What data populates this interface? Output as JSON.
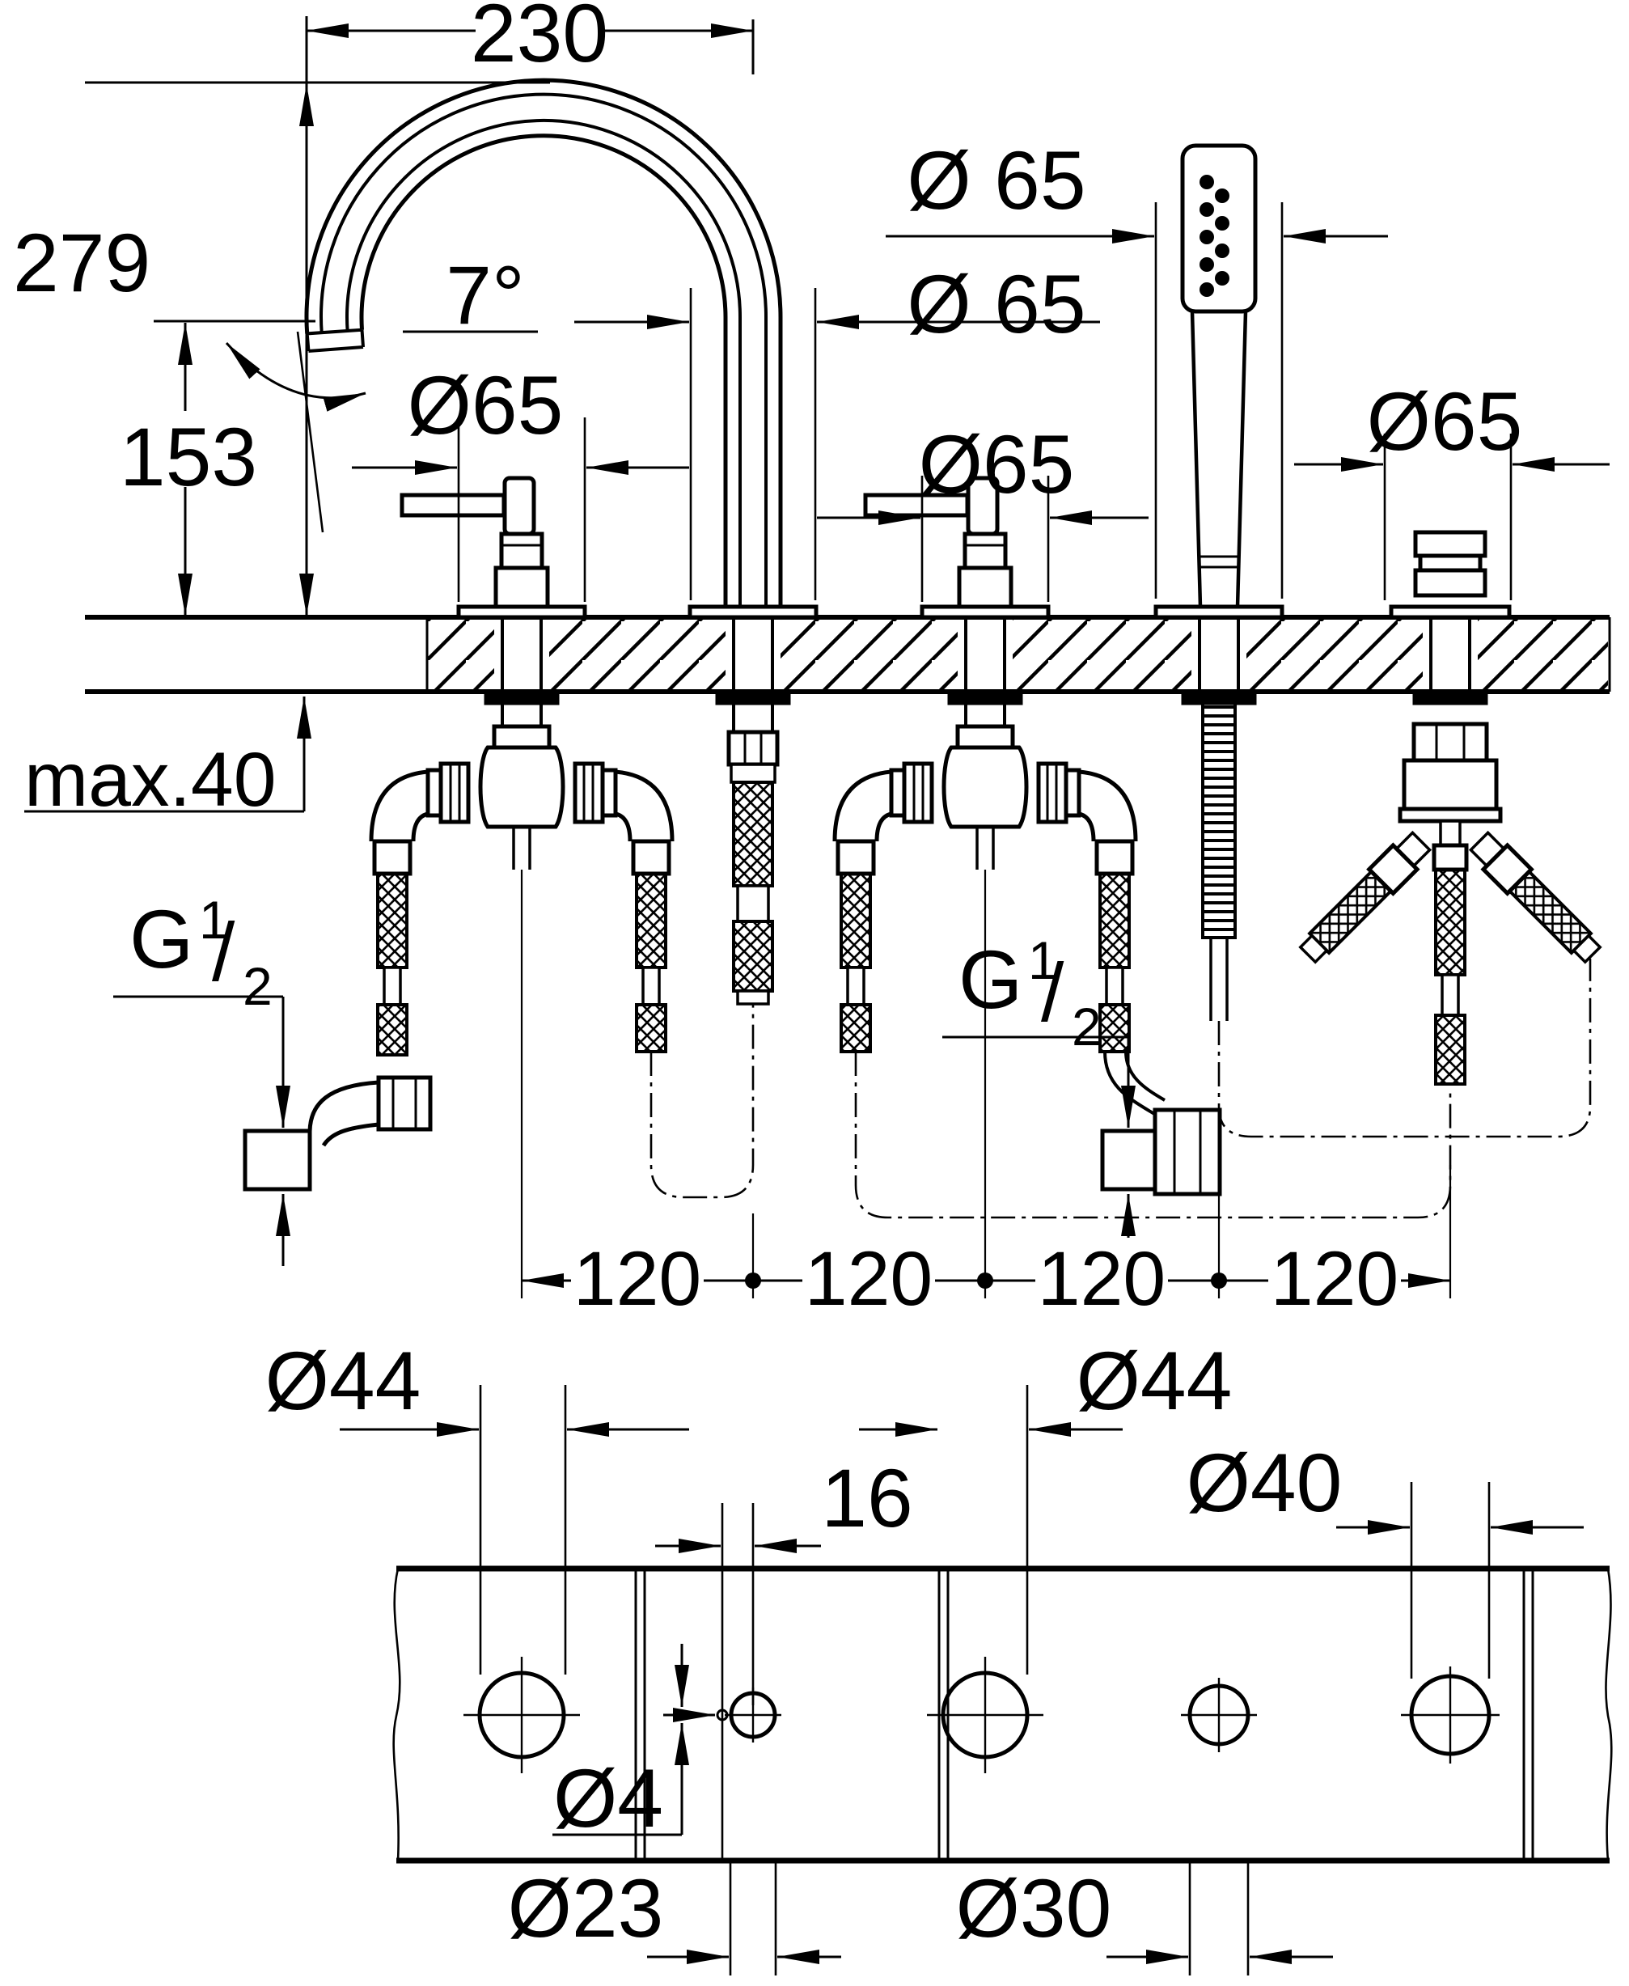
{
  "meta": {
    "bg": "#ffffff",
    "ink": "#000000",
    "drawing_kind": "bath/deck mounted 5-hole faucet installation dimensional drawing"
  },
  "side_view": {
    "spout_projection": "230",
    "spout_height": "279",
    "outlet_height": "153",
    "outlet_angle": "7°",
    "handshower_escutcheon": "Ø 65",
    "spout_escutcheon": "Ø 65",
    "left_handle_escutcheon": "Ø65",
    "mid_handle_escutcheon": "Ø65",
    "right_knob_escutcheon": "Ø65",
    "deck_thickness": "max.40",
    "thread_left": {
      "G": "G",
      "num": "1",
      "slash": "/",
      "den": "2"
    },
    "thread_mid": {
      "G": "G",
      "num": "1",
      "slash": "/",
      "den": "2"
    },
    "hole_spacing": [
      "120",
      "120",
      "120",
      "120"
    ]
  },
  "plan_view": {
    "hole1_dia": "Ø44",
    "pilot_offset": "16",
    "hole3_dia": "Ø44",
    "hole5_dia": "Ø40",
    "pilot_dia": "Ø4",
    "hole2_dia": "Ø23",
    "hole4_dia": "Ø30"
  }
}
